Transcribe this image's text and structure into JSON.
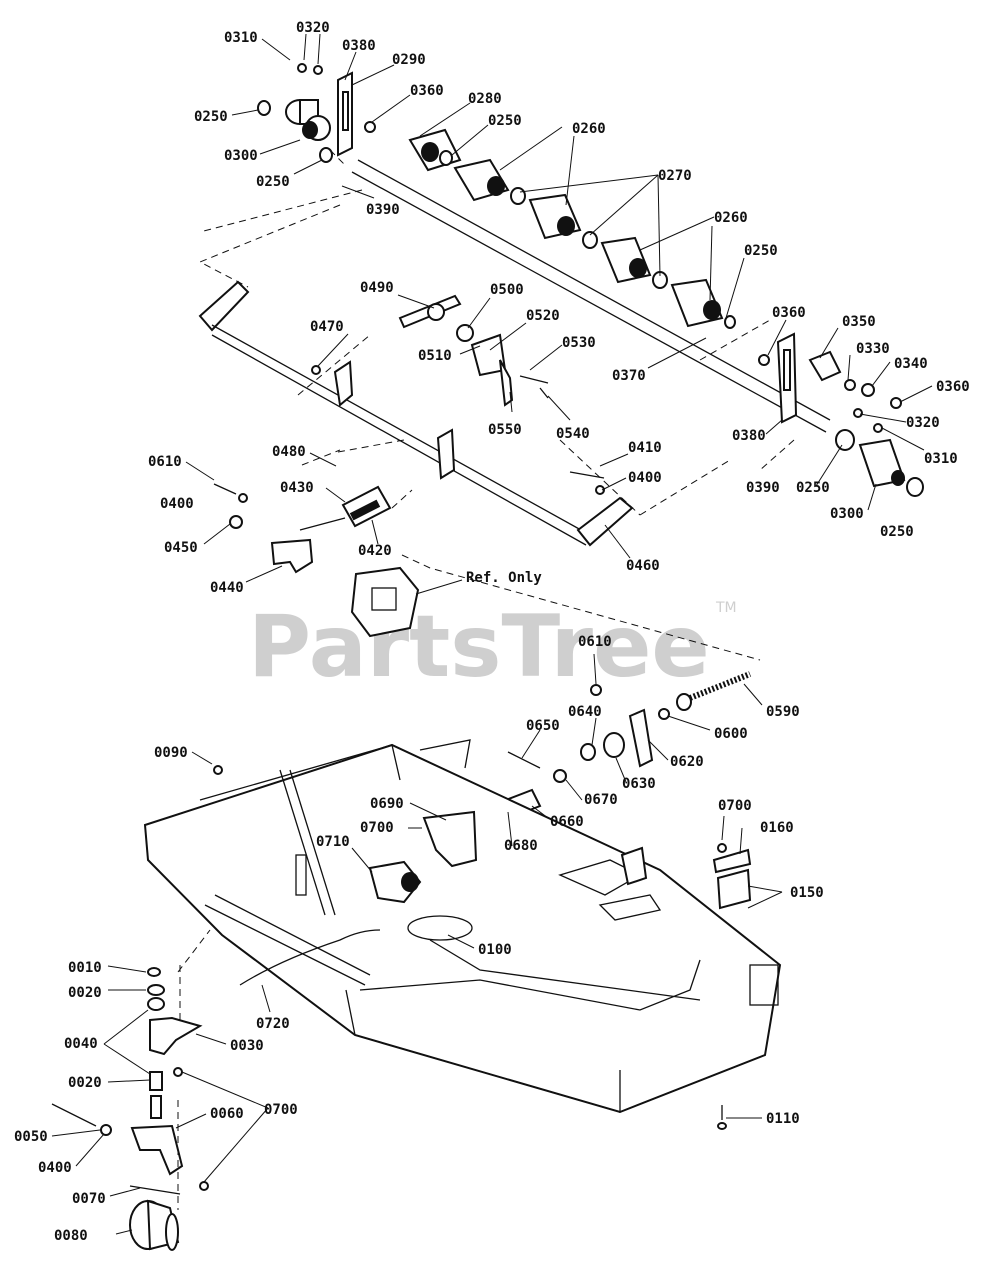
{
  "watermark": {
    "text": "PartsTree",
    "trademark": "TM"
  },
  "callouts": [
    {
      "id": "c0310a",
      "text": "0310"
    },
    {
      "id": "c0320a",
      "text": "0320"
    },
    {
      "id": "c0380a",
      "text": "0380"
    },
    {
      "id": "c0290",
      "text": "0290"
    },
    {
      "id": "c0360a",
      "text": "0360"
    },
    {
      "id": "c0280",
      "text": "0280"
    },
    {
      "id": "c0250a",
      "text": "0250"
    },
    {
      "id": "c0250b",
      "text": "0250"
    },
    {
      "id": "c0300a",
      "text": "0300"
    },
    {
      "id": "c0250c",
      "text": "0250"
    },
    {
      "id": "c0260a",
      "text": "0260"
    },
    {
      "id": "c0270",
      "text": "0270"
    },
    {
      "id": "c0390a",
      "text": "0390"
    },
    {
      "id": "c0260b",
      "text": "0260"
    },
    {
      "id": "c0250d",
      "text": "0250"
    },
    {
      "id": "c0490",
      "text": "0490"
    },
    {
      "id": "c0500",
      "text": "0500"
    },
    {
      "id": "c0470",
      "text": "0470"
    },
    {
      "id": "c0520",
      "text": "0520"
    },
    {
      "id": "c0530",
      "text": "0530"
    },
    {
      "id": "c0510",
      "text": "0510"
    },
    {
      "id": "c0370",
      "text": "0370"
    },
    {
      "id": "c0360b",
      "text": "0360"
    },
    {
      "id": "c0350",
      "text": "0350"
    },
    {
      "id": "c0330",
      "text": "0330"
    },
    {
      "id": "c0340",
      "text": "0340"
    },
    {
      "id": "c0360c",
      "text": "0360"
    },
    {
      "id": "c0550",
      "text": "0550"
    },
    {
      "id": "c0540",
      "text": "0540"
    },
    {
      "id": "c0320b",
      "text": "0320"
    },
    {
      "id": "c0380b",
      "text": "0380"
    },
    {
      "id": "c0310b",
      "text": "0310"
    },
    {
      "id": "c0480",
      "text": "0480"
    },
    {
      "id": "c0410",
      "text": "0410"
    },
    {
      "id": "c0610a",
      "text": "0610"
    },
    {
      "id": "c0400a",
      "text": "0400"
    },
    {
      "id": "c0390b",
      "text": "0390"
    },
    {
      "id": "c0250e",
      "text": "0250"
    },
    {
      "id": "c0400b",
      "text": "0400"
    },
    {
      "id": "c0430",
      "text": "0430"
    },
    {
      "id": "c0300b",
      "text": "0300"
    },
    {
      "id": "c0250f",
      "text": "0250"
    },
    {
      "id": "c0450",
      "text": "0450"
    },
    {
      "id": "c0420",
      "text": "0420"
    },
    {
      "id": "c0460",
      "text": "0460"
    },
    {
      "id": "c0440",
      "text": "0440"
    },
    {
      "id": "cref",
      "text": "Ref. Only"
    },
    {
      "id": "c0610b",
      "text": "0610"
    },
    {
      "id": "c0590",
      "text": "0590"
    },
    {
      "id": "c0650",
      "text": "0650"
    },
    {
      "id": "c0640",
      "text": "0640"
    },
    {
      "id": "c0600",
      "text": "0600"
    },
    {
      "id": "c0090",
      "text": "0090"
    },
    {
      "id": "c0620",
      "text": "0620"
    },
    {
      "id": "c0630",
      "text": "0630"
    },
    {
      "id": "c0670",
      "text": "0670"
    },
    {
      "id": "c0700a",
      "text": "0700"
    },
    {
      "id": "c0690",
      "text": "0690"
    },
    {
      "id": "c0660",
      "text": "0660"
    },
    {
      "id": "c0160",
      "text": "0160"
    },
    {
      "id": "c0700b",
      "text": "0700"
    },
    {
      "id": "c0680",
      "text": "0680"
    },
    {
      "id": "c0710",
      "text": "0710"
    },
    {
      "id": "c0150",
      "text": "0150"
    },
    {
      "id": "c0100",
      "text": "0100"
    },
    {
      "id": "c0010",
      "text": "0010"
    },
    {
      "id": "c0020a",
      "text": "0020"
    },
    {
      "id": "c0720",
      "text": "0720"
    },
    {
      "id": "c0040",
      "text": "0040"
    },
    {
      "id": "c0030",
      "text": "0030"
    },
    {
      "id": "c0020b",
      "text": "0020"
    },
    {
      "id": "c0700c",
      "text": "0700"
    },
    {
      "id": "c0060",
      "text": "0060"
    },
    {
      "id": "c0110",
      "text": "0110"
    },
    {
      "id": "c0050",
      "text": "0050"
    },
    {
      "id": "c0400c",
      "text": "0400"
    },
    {
      "id": "c0070",
      "text": "0070"
    },
    {
      "id": "c0080",
      "text": "0080"
    }
  ]
}
